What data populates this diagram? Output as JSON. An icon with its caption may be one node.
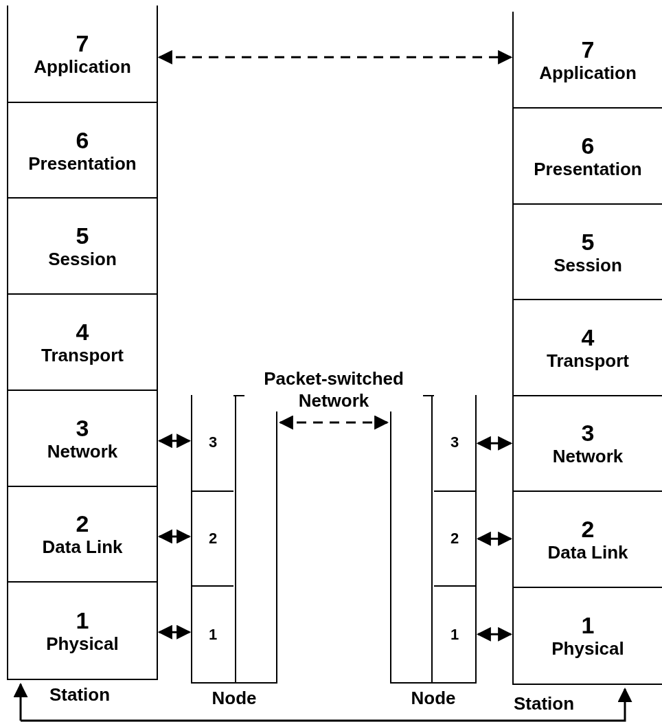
{
  "diagram": {
    "nodes": [
      {
        "text": [
          "Station"
        ]
      },
      {
        "text": [
          "7",
          "Application"
        ],
        "in": 0
      },
      {
        "text": [
          "6",
          "Presentation"
        ],
        "in": 0
      },
      {
        "text": [
          "5",
          "Session"
        ],
        "in": 0
      },
      {
        "text": [
          "4",
          "Transport"
        ],
        "in": 0
      },
      {
        "text": [
          "3",
          "Network"
        ],
        "in": 0
      },
      {
        "text": [
          "2",
          "Data Link"
        ],
        "in": 0
      },
      {
        "text": [
          "1",
          "Physical"
        ],
        "in": 0
      },
      {
        "text": [
          "Node"
        ]
      },
      {
        "text": [
          "3"
        ],
        "in": 8
      },
      {
        "text": [
          "2"
        ],
        "in": 8
      },
      {
        "text": [
          "1"
        ],
        "in": 8
      },
      {
        "text": [
          "Node"
        ]
      },
      {
        "text": [
          "3"
        ],
        "in": 12
      },
      {
        "text": [
          "2"
        ],
        "in": 12
      },
      {
        "text": [
          "1"
        ],
        "in": 12
      },
      {
        "text": [
          "Station"
        ]
      },
      {
        "text": [
          "7",
          "Application"
        ],
        "in": 16
      },
      {
        "text": [
          "6",
          "Presentation"
        ],
        "in": 16
      },
      {
        "text": [
          "5",
          "Session"
        ],
        "in": 16
      },
      {
        "text": [
          "4",
          "Transport"
        ],
        "in": 16
      },
      {
        "text": [
          "3",
          "Network"
        ],
        "in": 16
      },
      {
        "text": [
          "2",
          "Data Link"
        ],
        "in": 16
      },
      {
        "text": [
          "1",
          "Physical"
        ],
        "in": 16
      }
    ],
    "edges": [
      {
        "from": 1,
        "to": 17,
        "arrow": "both",
        "style": "dashed"
      },
      {
        "from": 5,
        "to": 9,
        "arrow": "both"
      },
      {
        "from": 6,
        "to": 10,
        "arrow": "both"
      },
      {
        "from": 7,
        "to": 11,
        "arrow": "both"
      },
      {
        "from": 8,
        "to": 12,
        "arrow": "both",
        "style": "dashed",
        "label": "Packet-switched Network"
      },
      {
        "from": 13,
        "to": 21,
        "arrow": "both"
      },
      {
        "from": 14,
        "to": 22,
        "arrow": "both"
      },
      {
        "from": 15,
        "to": 23,
        "arrow": "both"
      },
      {
        "from": 0,
        "to": 16,
        "arrow": "both"
      }
    ]
  }
}
